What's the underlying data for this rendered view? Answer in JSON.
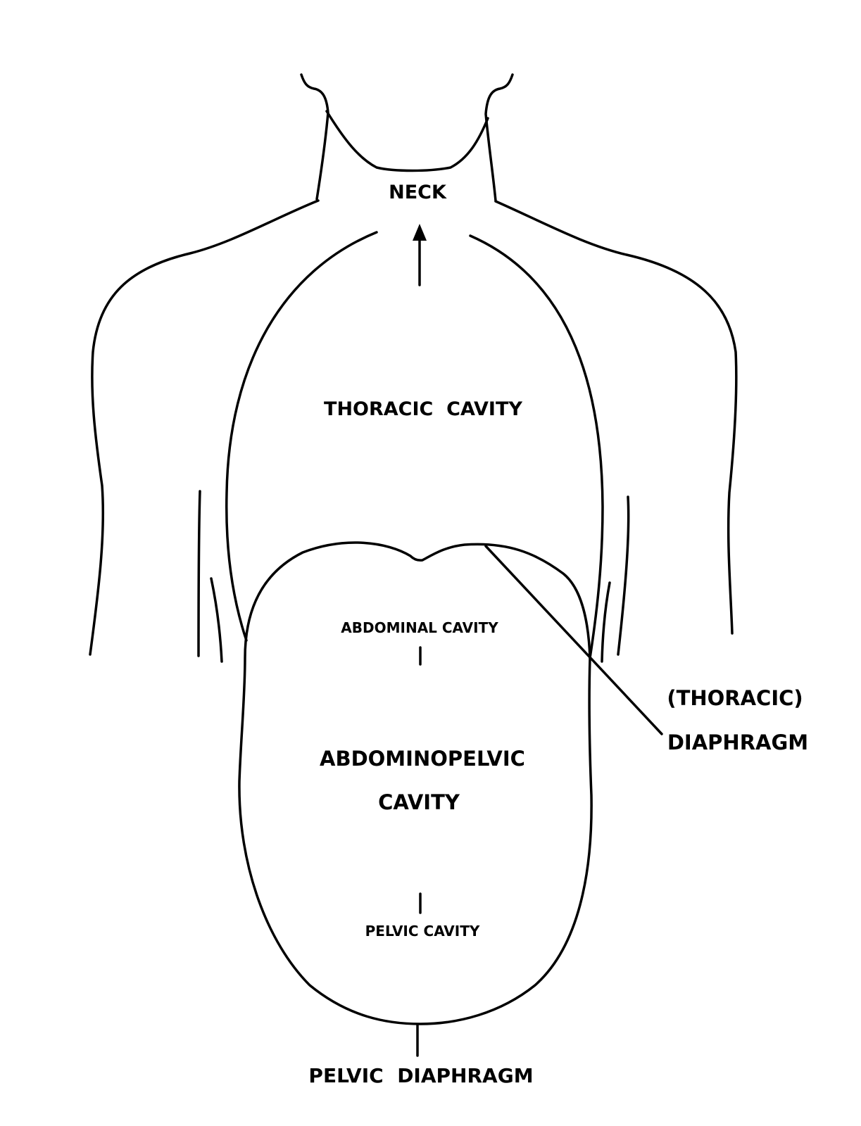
{
  "diagram": {
    "labels": {
      "neck": "NECK",
      "thoracic_cavity": "THORACIC  CAVITY",
      "abdominal_cavity": "ABDOMINAL CAVITY",
      "abdominopelvic_line1": "ABDOMINOPELVIC",
      "abdominopelvic_line2": "CAVITY",
      "pelvic_cavity": "PELVIC CAVITY",
      "thoracic_diaphragm_line1": "(THORACIC)",
      "thoracic_diaphragm_line2": "DIAPHRAGM",
      "pelvic_diaphragm": "PELVIC  DIAPHRAGM"
    },
    "colors": {
      "ink": "#000000",
      "background": "#ffffff"
    }
  }
}
